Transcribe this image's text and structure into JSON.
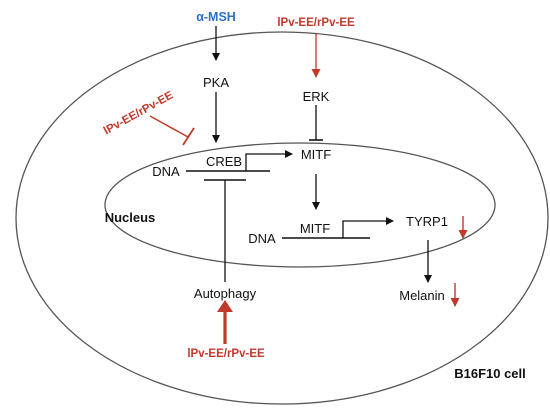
{
  "labels": {
    "alpha_msh": "α-MSH",
    "treatment": "lPv-EE/rPv-EE",
    "pka": "PKA",
    "erk": "ERK",
    "creb": "CREB",
    "mitf": "MITF",
    "dna": "DNA",
    "nucleus": "Nucleus",
    "tyrp1": "TYRP1",
    "autophagy": "Autophagy",
    "melanin": "Melanin",
    "cell": "B16F10 cell"
  },
  "colors": {
    "line": "#111111",
    "inhibit_red": "#c0392b",
    "text_red": "#c0392b",
    "text_blue": "#2f6fc9",
    "membrane": "#555555"
  }
}
